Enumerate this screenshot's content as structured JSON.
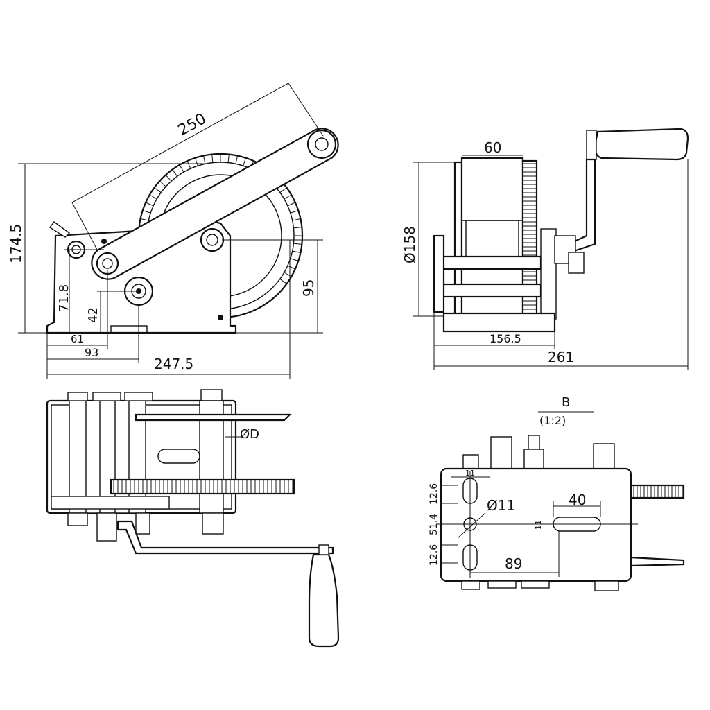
{
  "drawing": {
    "side_view": {
      "handle_length": "250",
      "height": "174.5",
      "height_to_bolt": "71.8",
      "height_to_shaft": "42",
      "height_to_drum_axis": "95",
      "x_to_shaft": "61",
      "x_to_bolt": "93",
      "overall_length": "247.5"
    },
    "end_view": {
      "drum_width": "60",
      "gear_diameter": "Ø158",
      "frame_width": "156.5",
      "overall_width": "261"
    },
    "top_view": {
      "shaft_diameter": "ØD"
    },
    "base_view": {
      "detail_label": "B",
      "scale": "(1:2)",
      "slot_length": "40",
      "hole_diameter": "Ø11",
      "slot_width": "11",
      "slot_small": "11",
      "pitch_upper": "12.6",
      "pitch_mid": "51.4",
      "pitch_lower": "12.6",
      "hole_spacing": "89"
    }
  }
}
